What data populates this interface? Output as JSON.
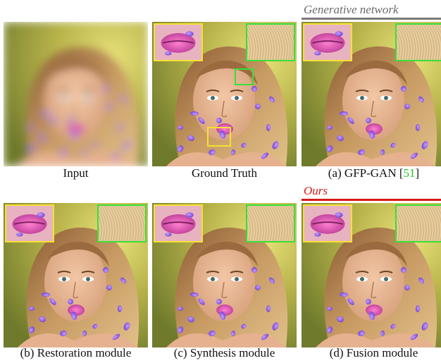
{
  "colors": {
    "inset_lips": "#f5e132",
    "inset_hair": "#38e038",
    "generative_rule": "#7a7a7a",
    "ours_label": "#d81818",
    "ours_rule": "#d81818",
    "citation": "#22c322"
  },
  "groups": {
    "generative": {
      "label": "Generative network"
    },
    "ours": {
      "label": "Ours"
    }
  },
  "panels": [
    {
      "id": "input",
      "caption": "Input",
      "blur": true,
      "has_insets": false,
      "has_markers": false
    },
    {
      "id": "gt",
      "caption": "Ground Truth",
      "blur": false,
      "has_insets": true,
      "has_markers": true
    },
    {
      "id": "gfpgan",
      "caption_prefix": "(a) GFP-GAN [",
      "caption_cite": "51",
      "caption_suffix": "]",
      "blur": false,
      "has_insets": true,
      "has_markers": false
    },
    {
      "id": "restoration",
      "caption": "(b) Restoration module",
      "blur": false,
      "has_insets": true,
      "has_markers": false
    },
    {
      "id": "synthesis",
      "caption": "(c) Synthesis module",
      "blur": false,
      "has_insets": true,
      "has_markers": false
    },
    {
      "id": "fusion",
      "caption": "(d) Fusion module",
      "blur": false,
      "has_insets": true,
      "has_markers": false
    }
  ]
}
